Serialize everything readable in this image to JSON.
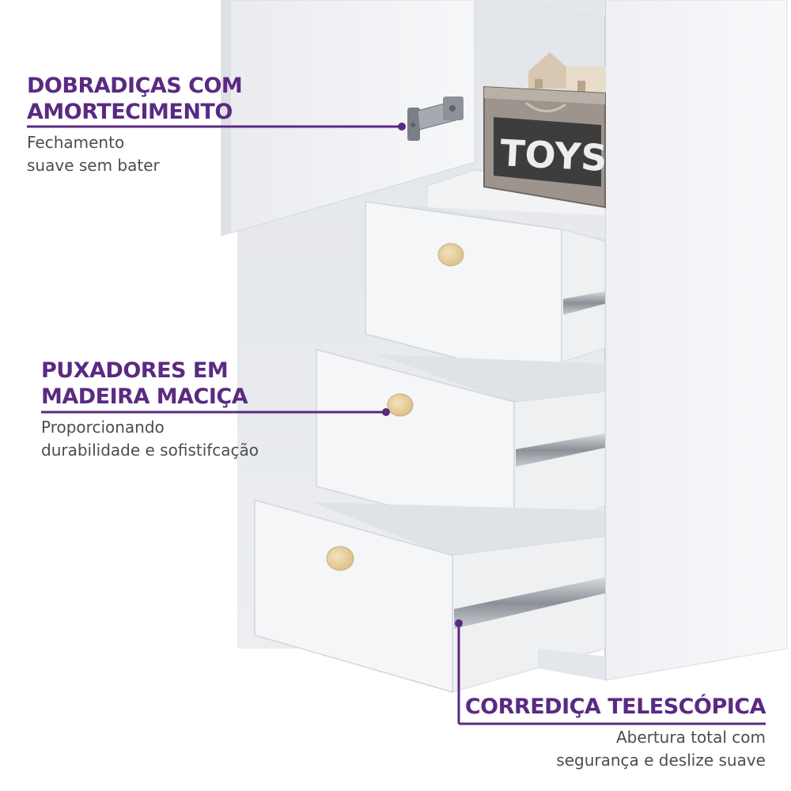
{
  "callouts": [
    {
      "title_lines": [
        "DOBRADIÇAS COM",
        "AMORTECIMENTO"
      ],
      "desc_lines": [
        "Fechamento",
        "suave sem bater"
      ]
    },
    {
      "title_lines": [
        "PUXADORES EM",
        "MADEIRA MACIÇA"
      ],
      "desc_lines": [
        "Proporcionando",
        "durabilidade e sofistifcação"
      ]
    },
    {
      "title_lines": [
        "CORREDIÇA TELESCÓPICA"
      ],
      "desc_lines": [
        "Abertura total com",
        "segurança e deslize suave"
      ]
    }
  ],
  "box_label": "TOYS",
  "colors": {
    "accent": "#5a2a82",
    "text": "#4d4d4d",
    "furniture": "#f4f5f7",
    "knob": "#e3cc9a"
  }
}
